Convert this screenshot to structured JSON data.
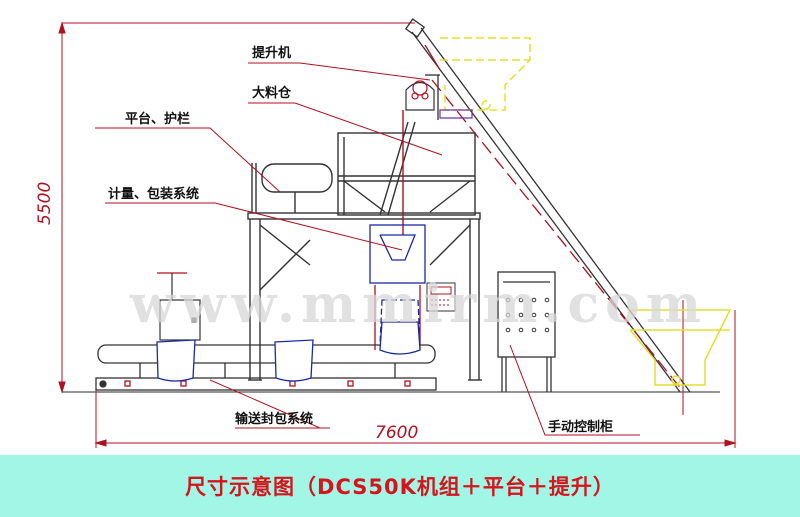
{
  "diagram": {
    "labels": {
      "elevator": "提升机",
      "bulk_bin": "大料仓",
      "platform_guardrail": "平台、护栏",
      "weighing_packing": "计量、包装系统",
      "conveyor_sealing": "输送封包系统",
      "manual_cabinet": "手动控制柜"
    },
    "dimensions": {
      "height": "5500",
      "width": "7600"
    },
    "watermark": "www.mmirm.com"
  },
  "banner": {
    "title": "尺寸示意图（DCS50K机组＋平台＋提升）"
  },
  "colors": {
    "banner_bg": "#a2f6e6",
    "title": "#d6141c",
    "dimension": "#b01020",
    "hopper": "#e0e030",
    "packing": "#1a2aa0"
  }
}
